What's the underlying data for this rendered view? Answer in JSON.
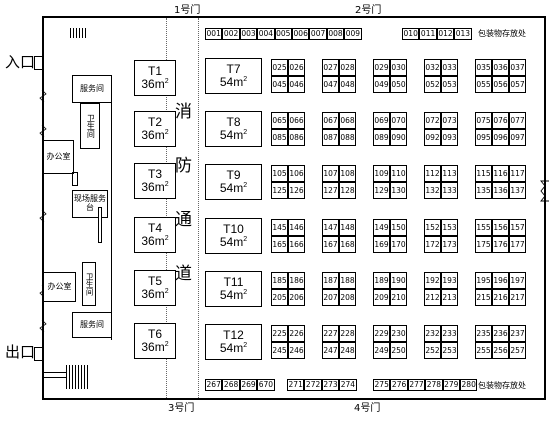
{
  "gates": {
    "gate1": "1号门",
    "gate2": "2号门",
    "gate3": "3号门",
    "gate4": "4号门"
  },
  "entrance": "入口",
  "exit": "出口",
  "fire_lane": [
    "消",
    "防",
    "通",
    "道"
  ],
  "storage_top": "包装物存放处",
  "storage_bottom": "包装物存放处",
  "left_rooms": {
    "service1": "服务间",
    "toilet1": "卫生间",
    "office1": "办公室",
    "onsite_service": "现场服务台",
    "toilet2": "卫生间",
    "office2": "办公室",
    "service2": "服务间"
  },
  "t_booths_left": [
    {
      "name": "T1",
      "area": "36m"
    },
    {
      "name": "T2",
      "area": "36m"
    },
    {
      "name": "T3",
      "area": "36m"
    },
    {
      "name": "T4",
      "area": "36m"
    },
    {
      "name": "T5",
      "area": "36m"
    },
    {
      "name": "T6",
      "area": "36m"
    }
  ],
  "t_booths_right": [
    {
      "name": "T7",
      "area": "54m"
    },
    {
      "name": "T8",
      "area": "54m"
    },
    {
      "name": "T9",
      "area": "54m"
    },
    {
      "name": "T10",
      "area": "54m"
    },
    {
      "name": "T11",
      "area": "54m"
    },
    {
      "name": "T12",
      "area": "54m"
    }
  ],
  "area_exponent": "2",
  "top_row_a": [
    "001",
    "002",
    "003",
    "004",
    "005",
    "006",
    "007",
    "008",
    "009"
  ],
  "top_row_b": [
    "010",
    "011",
    "012",
    "013"
  ],
  "bottom_row_a": [
    "267",
    "268",
    "269",
    "670"
  ],
  "bottom_row_b": [
    "271",
    "272",
    "273",
    "274"
  ],
  "bottom_row_c": [
    "275",
    "276",
    "277",
    "278",
    "279",
    "280"
  ],
  "grid_blocks": [
    [
      [
        "025",
        "026"
      ],
      [
        "045",
        "046"
      ]
    ],
    [
      [
        "027",
        "028"
      ],
      [
        "047",
        "048"
      ]
    ],
    [
      [
        "029",
        "030"
      ],
      [
        "049",
        "050"
      ]
    ],
    [
      [
        "032",
        "033"
      ],
      [
        "052",
        "053"
      ]
    ],
    [
      [
        "035",
        "036",
        "037"
      ],
      [
        "055",
        "056",
        "057"
      ]
    ],
    [
      [
        "065",
        "066"
      ],
      [
        "085",
        "086"
      ]
    ],
    [
      [
        "067",
        "068"
      ],
      [
        "087",
        "088"
      ]
    ],
    [
      [
        "069",
        "070"
      ],
      [
        "089",
        "090"
      ]
    ],
    [
      [
        "072",
        "073"
      ],
      [
        "092",
        "093"
      ]
    ],
    [
      [
        "075",
        "076",
        "077"
      ],
      [
        "095",
        "096",
        "097"
      ]
    ],
    [
      [
        "105",
        "106"
      ],
      [
        "125",
        "126"
      ]
    ],
    [
      [
        "107",
        "108"
      ],
      [
        "127",
        "128"
      ]
    ],
    [
      [
        "109",
        "110"
      ],
      [
        "129",
        "130"
      ]
    ],
    [
      [
        "112",
        "113"
      ],
      [
        "132",
        "133"
      ]
    ],
    [
      [
        "115",
        "116",
        "117"
      ],
      [
        "135",
        "136",
        "137"
      ]
    ],
    [
      [
        "145",
        "146"
      ],
      [
        "165",
        "166"
      ]
    ],
    [
      [
        "147",
        "148"
      ],
      [
        "167",
        "168"
      ]
    ],
    [
      [
        "149",
        "150"
      ],
      [
        "169",
        "170"
      ]
    ],
    [
      [
        "152",
        "153"
      ],
      [
        "172",
        "173"
      ]
    ],
    [
      [
        "155",
        "156",
        "157"
      ],
      [
        "175",
        "176",
        "177"
      ]
    ],
    [
      [
        "185",
        "186"
      ],
      [
        "205",
        "206"
      ]
    ],
    [
      [
        "187",
        "188"
      ],
      [
        "207",
        "208"
      ]
    ],
    [
      [
        "189",
        "190"
      ],
      [
        "209",
        "210"
      ]
    ],
    [
      [
        "192",
        "193"
      ],
      [
        "212",
        "213"
      ]
    ],
    [
      [
        "195",
        "196",
        "197"
      ],
      [
        "215",
        "216",
        "217"
      ]
    ],
    [
      [
        "225",
        "226"
      ],
      [
        "245",
        "246"
      ]
    ],
    [
      [
        "227",
        "228"
      ],
      [
        "247",
        "248"
      ]
    ],
    [
      [
        "229",
        "230"
      ],
      [
        "249",
        "250"
      ]
    ],
    [
      [
        "232",
        "233"
      ],
      [
        "252",
        "253"
      ]
    ],
    [
      [
        "235",
        "236",
        "237"
      ],
      [
        "255",
        "256",
        "257"
      ]
    ]
  ]
}
